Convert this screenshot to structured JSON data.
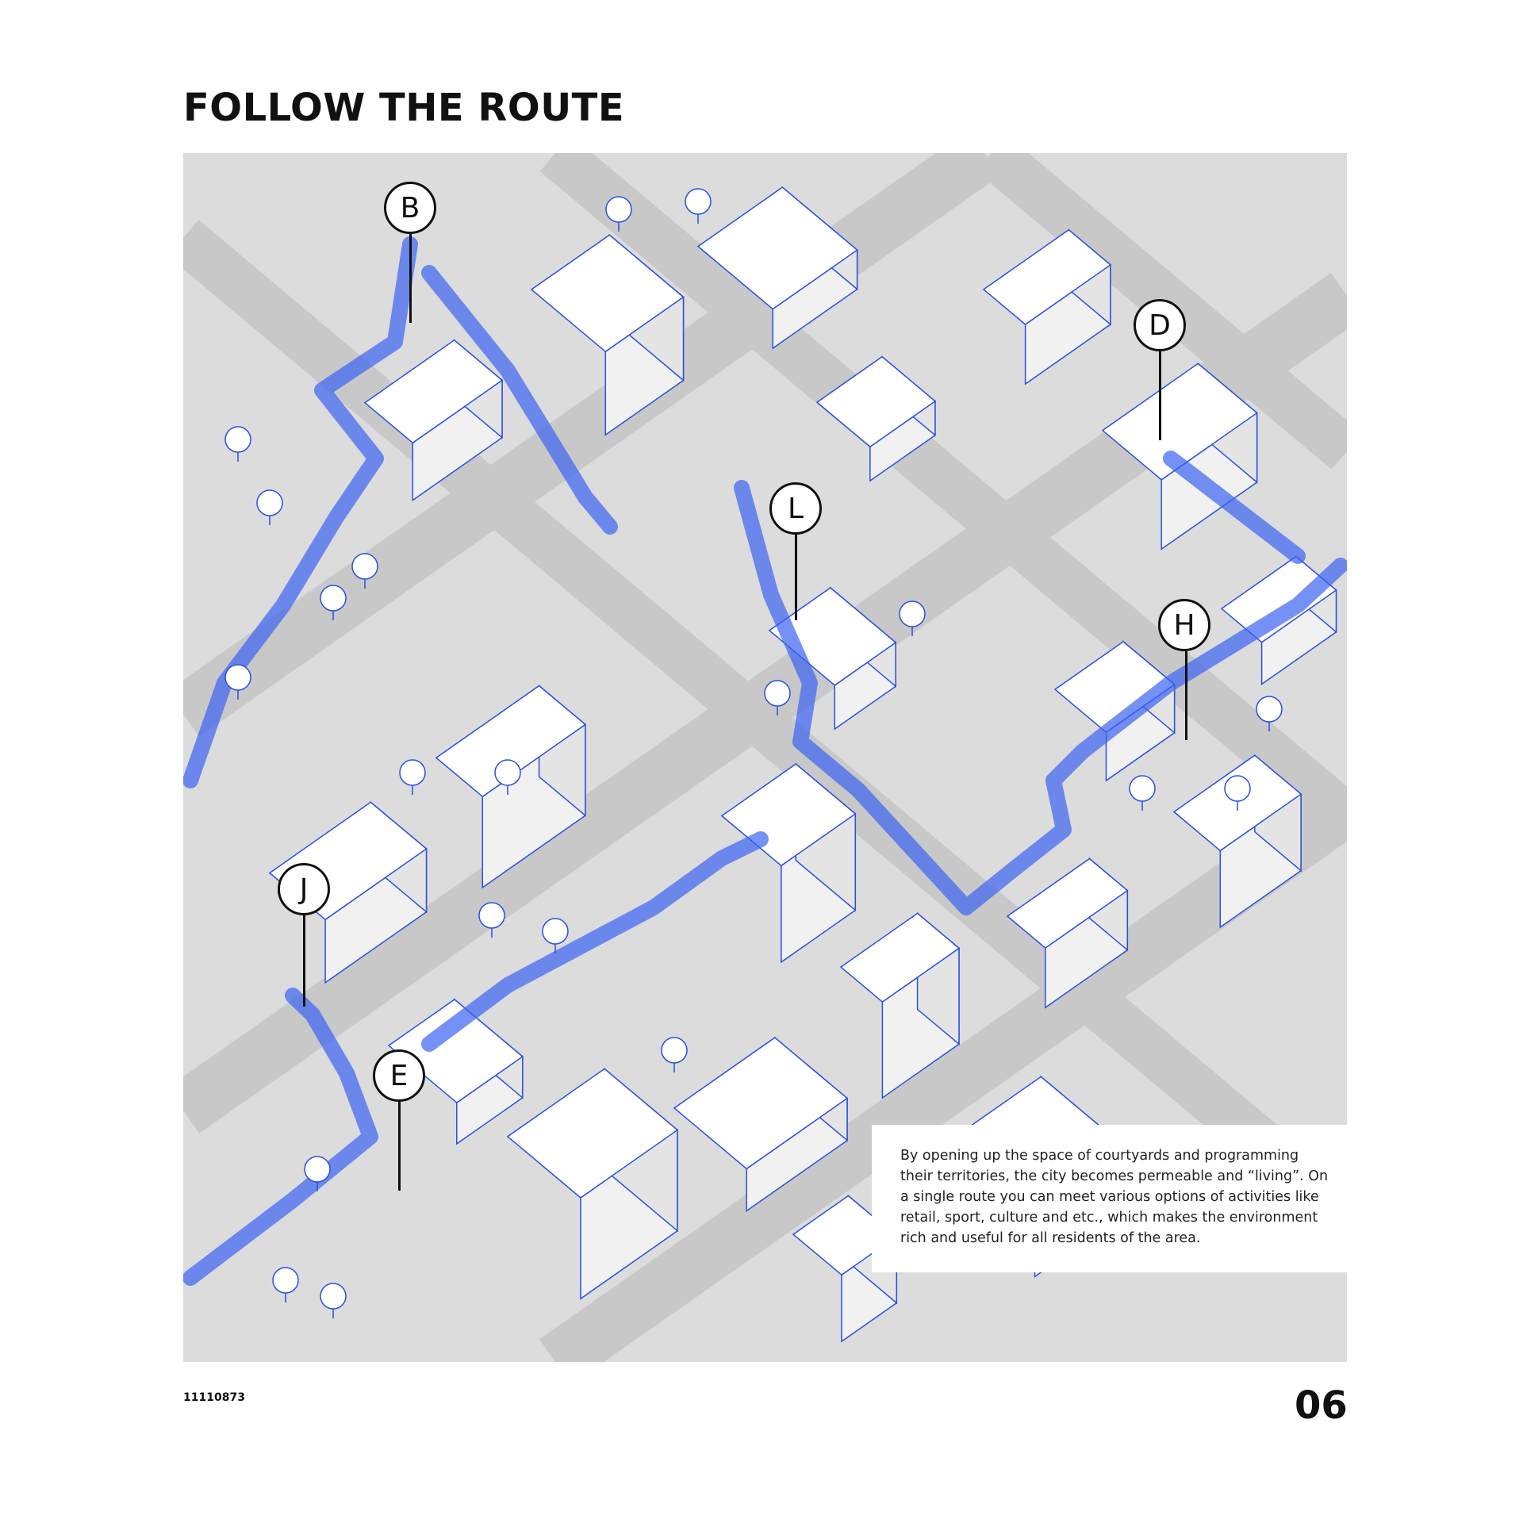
{
  "page": {
    "title": "FOLLOW THE ROUTE",
    "code": "11110873",
    "page_number": "06"
  },
  "description": "By opening up the space of courtyards and programming their territories, the city becomes permeable and “living”. On a single route you can meet various options of activities like retail, sport, culture and etc., which makes the environment rich and useful for all residents of the area.",
  "markers": [
    {
      "label": "B"
    },
    {
      "label": "D"
    },
    {
      "label": "L"
    },
    {
      "label": "H"
    },
    {
      "label": "J"
    },
    {
      "label": "E"
    }
  ],
  "colors": {
    "line_blue": "#2b4fe0",
    "route_blue": "#3a63f2",
    "ground_grey": "#d9d9d9",
    "text": "#111111"
  }
}
